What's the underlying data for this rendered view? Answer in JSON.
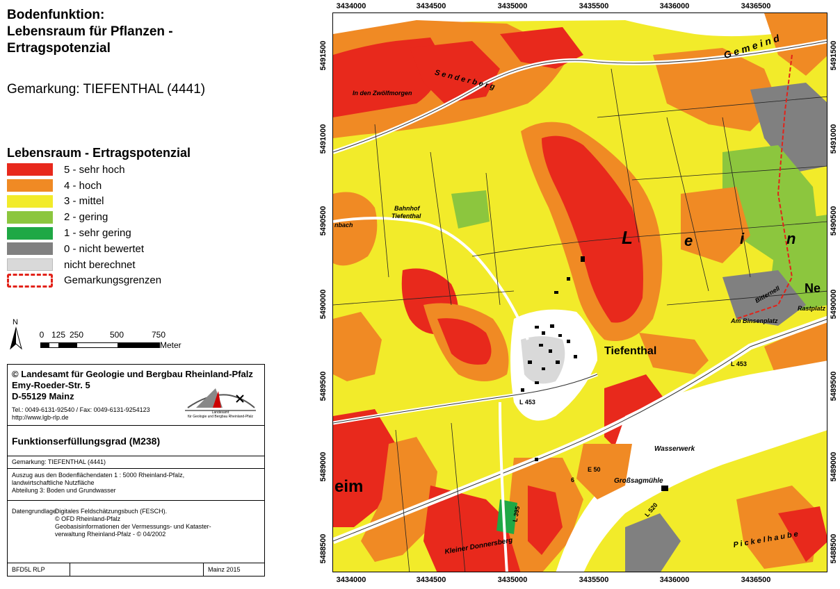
{
  "title": {
    "lines": [
      "Bodenfunktion:",
      "Lebensraum für Pflanzen -",
      "Ertragspotenzial"
    ]
  },
  "subtitle": "Gemarkung: TIEFENTHAL (4441)",
  "legend": {
    "title": "Lebensraum - Ertragspotenzial",
    "items": [
      {
        "label": "5 - sehr hoch",
        "color": "#e8291c"
      },
      {
        "label": "4 - hoch",
        "color": "#f08a24"
      },
      {
        "label": "3 - mittel",
        "color": "#f2eb2a"
      },
      {
        "label": "2 - gering",
        "color": "#8cc63e"
      },
      {
        "label": "1 - sehr gering",
        "color": "#1fa845"
      },
      {
        "label": "0 - nicht bewertet",
        "color": "#808080"
      },
      {
        "label": "nicht berechnet",
        "color": "#d9d9d9"
      },
      {
        "label": "Gemarkungsgrenzen",
        "color": "#e2231a",
        "style": "dashed"
      }
    ]
  },
  "north_label": "N",
  "scale": {
    "ticks": [
      "0",
      "125",
      "250",
      "500",
      "750"
    ],
    "unit": "Meter"
  },
  "info_box": {
    "copyright_line1": "© Landesamt für Geologie und Bergbau Rheinland-Pfalz",
    "copyright_line2": "Emy-Roeder-Str. 5",
    "copyright_line3": "D-55129 Mainz",
    "contact": "Tel.: 0049-6131-92540 / Fax: 0049-6131-9254123",
    "website": "http://www.lgb-rlp.de",
    "logo_text_1": "Landesamt",
    "logo_text_2": "für Geologie und Bergbau Rheinland-Pfalz",
    "section_title": "Funktionserfüllungsgrad (M238)",
    "gemarkung": "Gemarkung: TIEFENTHAL (4441)",
    "auszug_1": "Auszug aus den Bodenflächendaten 1 : 5000 Rheinland-Pfalz,",
    "auszug_2": "landwirtschaftliche Nutzfläche",
    "auszug_3": "Abteilung 3: Boden und Grundwasser",
    "datengrundlage_label": "Datengrundlage:",
    "datengrundlage_1": "Digitales Feldschätzungsbuch (FESCH).",
    "datengrundlage_2": "© OFD Rheinland-Pfalz",
    "datengrundlage_3": "Geobasisinformationen der Vermessungs- und Kataster-",
    "datengrundlage_4": "verwaltung Rheinland-Pfalz - © 04/2002",
    "footer_left": "BFD5L RLP",
    "footer_middle": "",
    "footer_right": "Mainz 2015"
  },
  "map": {
    "x_ticks": [
      "3434000",
      "3434500",
      "3435000",
      "3435500",
      "3436000",
      "3436500"
    ],
    "y_ticks": [
      "5491500",
      "5491000",
      "5490500",
      "5490000",
      "5489500",
      "5489000",
      "5488500"
    ],
    "labels": {
      "tiefenthal": "Tiefenthal",
      "sonnenberg": "S e n d e r b e r g",
      "zwoelfmorgen": "In den Zwölfmorgen",
      "bahnhof_1": "Bahnhof",
      "bahnhof_2": "Tiefenthal",
      "gemeinde": "G e m e i n d",
      "lein_l": "L",
      "lein_e": "e",
      "lein_i": "i",
      "lein_n": "n",
      "ne": "Ne",
      "bitternell": "Bitternell",
      "binsenplatz": "Am Binsenplatz",
      "rastplatz": "Rastplatz",
      "wasserwerk": "Wasserwerk",
      "grossagmuehle": "Großsagmühle",
      "kleiner_donnersberg": "Kleiner Donnersberg",
      "pickelhaube": "P i c k e l h a u b e",
      "eim": "eim",
      "l453_a": "L 453",
      "l453_b": "L 453",
      "e50": "E 50",
      "n6": "6",
      "l520": "L 520",
      "l395": "L 395",
      "nbach": "nbach"
    }
  }
}
